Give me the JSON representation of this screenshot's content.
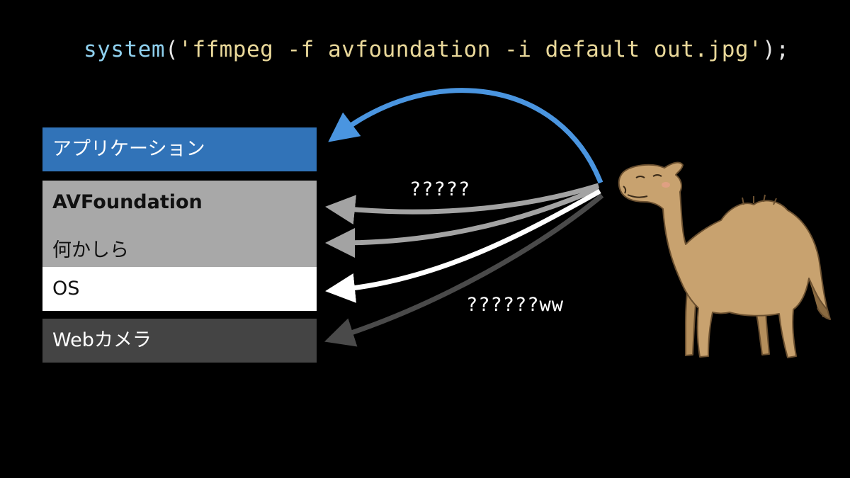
{
  "code": {
    "fn": "system",
    "open": "(",
    "string": "'ffmpeg -f avfoundation -i default out.jpg'",
    "close": ");"
  },
  "layers": {
    "app": "アプリケーション",
    "avfoundation": "AVFoundation",
    "something": "何かしら",
    "os": "OS",
    "webcam": "Webカメラ"
  },
  "labels": {
    "q1": "?????",
    "q2": "??????ww"
  },
  "colors": {
    "background": "#000000",
    "app": "#3173b8",
    "avfoundation": "#a8a8a8",
    "os": "#ffffff",
    "webcam": "#444444",
    "arrow_blue": "#4a95e0"
  },
  "illustration": "camel"
}
